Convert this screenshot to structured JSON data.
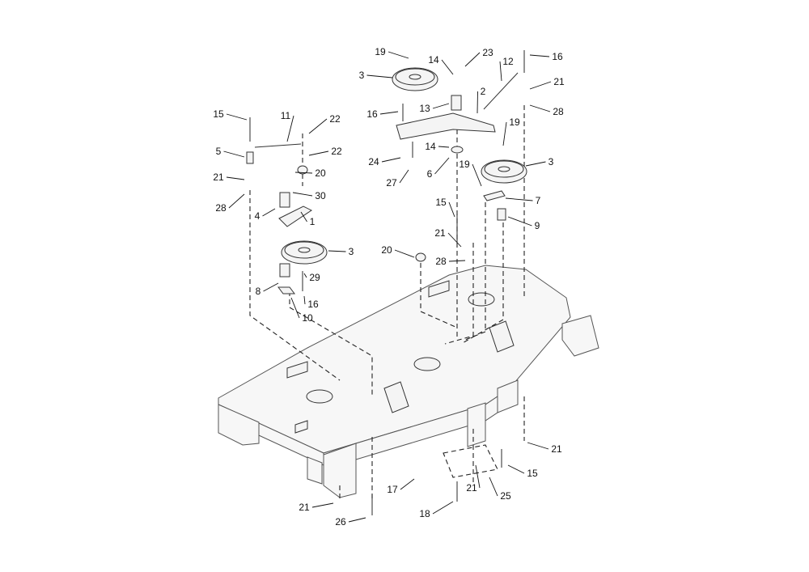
{
  "title": "Mower deck idler / pulley assembly exploded parts diagram",
  "callouts": [
    "19",
    "14",
    "23",
    "12",
    "16",
    "3",
    "21",
    "2",
    "28",
    "13",
    "16",
    "15",
    "11",
    "22",
    "19",
    "22",
    "5",
    "14",
    "24",
    "3",
    "20",
    "6",
    "19",
    "21",
    "30",
    "27",
    "28",
    "7",
    "4",
    "1",
    "15",
    "9",
    "21",
    "3",
    "20",
    "28",
    "29",
    "8",
    "16",
    "10",
    "21",
    "15",
    "17",
    "21",
    "25",
    "21",
    "18",
    "26"
  ]
}
